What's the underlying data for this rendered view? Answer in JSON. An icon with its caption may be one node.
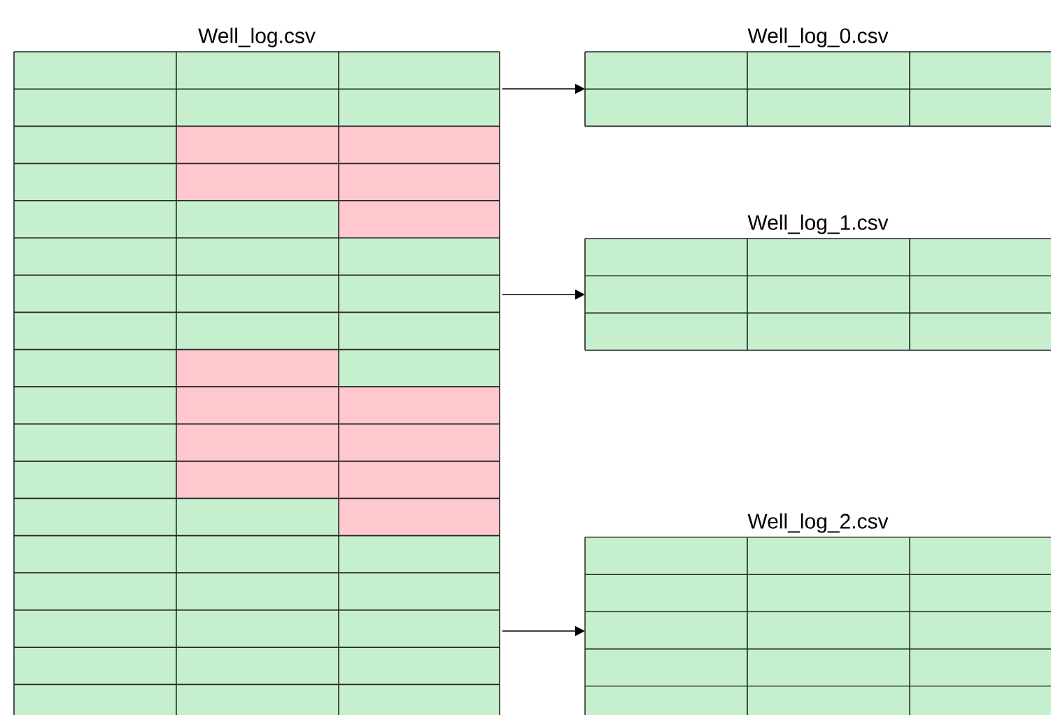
{
  "diagram": {
    "nodes": [
      {
        "text": [
          "Well_log.csv"
        ]
      },
      {
        "text": [
          "Well_log_0.csv"
        ]
      },
      {
        "text": [
          "Well_log_1.csv"
        ]
      },
      {
        "text": [
          "Well_log_2.csv"
        ]
      }
    ],
    "edges": [
      {
        "from": 0,
        "to": 1,
        "arrow": "to"
      },
      {
        "from": 0,
        "to": 2,
        "arrow": "to"
      },
      {
        "from": 0,
        "to": 3,
        "arrow": "to"
      }
    ]
  }
}
